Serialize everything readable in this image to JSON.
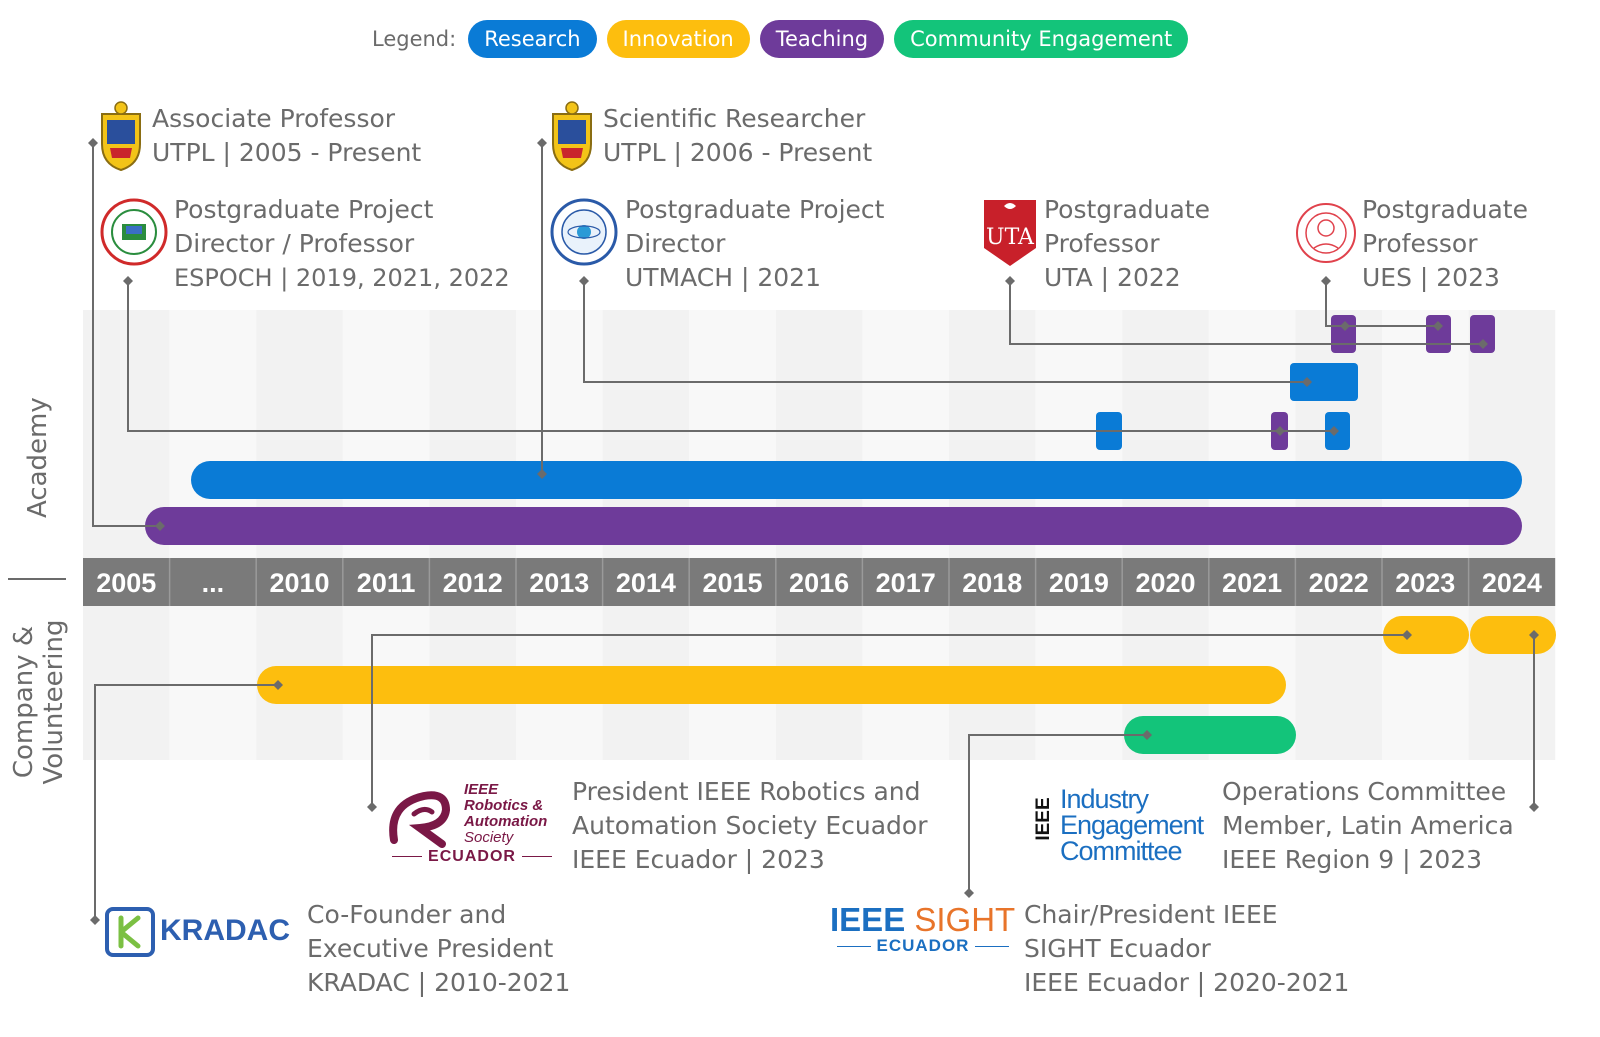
{
  "legend": {
    "label": "Legend:",
    "items": [
      {
        "name": "Research",
        "color": "#0a7bd6"
      },
      {
        "name": "Innovation",
        "color": "#fdbe0e"
      },
      {
        "name": "Teaching",
        "color": "#6e3b9a"
      },
      {
        "name": "Community Engagement",
        "color": "#13c47a"
      }
    ]
  },
  "sections": {
    "academy": "Academy",
    "company": [
      "Company &",
      "Volunteering"
    ]
  },
  "years": [
    "2005",
    "...",
    "2010",
    "2011",
    "2012",
    "2013",
    "2014",
    "2015",
    "2016",
    "2017",
    "2018",
    "2019",
    "2020",
    "2021",
    "2022",
    "2023",
    "2024"
  ],
  "entries": {
    "utpl_assoc": {
      "lines": [
        "Associate Professor",
        "UTPL | 2005 - Present"
      ],
      "logo": "utpl-crest"
    },
    "utpl_research": {
      "lines": [
        "Scientific Researcher",
        "UTPL | 2006 - Present"
      ],
      "logo": "utpl-crest"
    },
    "espoch": {
      "lines": [
        "Postgraduate Project",
        "Director / Professor",
        "ESPOCH | 2019, 2021, 2022"
      ],
      "logo": "espoch-seal"
    },
    "utmach": {
      "lines": [
        "Postgraduate Project",
        "Director",
        "UTMACH | 2021"
      ],
      "logo": "utmach-seal"
    },
    "uta": {
      "lines": [
        "Postgraduate",
        "Professor",
        "UTA | 2022"
      ],
      "logo": "uta-shield",
      "logo_text": "UTA"
    },
    "ues": {
      "lines": [
        "Postgraduate",
        "Professor",
        "UES | 2023"
      ],
      "logo": "ues-seal"
    },
    "ras": {
      "lines": [
        "President IEEE Robotics and",
        "Automation Society Ecuador",
        "IEEE Ecuador | 2023"
      ],
      "logo": "ieee-ras-logo",
      "logo_text": [
        "IEEE",
        "Robotics &",
        "Automation",
        "Society",
        "ECUADOR"
      ]
    },
    "iec": {
      "lines": [
        "Operations Committee",
        "Member, Latin America",
        "IEEE Region 9 | 2023"
      ],
      "logo": "ieee-iec-logo",
      "logo_text": [
        "IEEE",
        "Industry",
        "Engagement",
        "Committee"
      ]
    },
    "kradac": {
      "lines": [
        "Co-Founder and",
        "Executive President",
        "KRADAC | 2010-2021"
      ],
      "logo": "kradac-logo",
      "logo_text": "KRADAC"
    },
    "sight": {
      "lines": [
        "Chair/President IEEE",
        "SIGHT Ecuador",
        "IEEE Ecuador | 2020-2021"
      ],
      "logo": "ieee-sight-logo",
      "logo_text": [
        "IEEE",
        "SIGHT",
        "ECUADOR"
      ]
    }
  },
  "bars": [
    {
      "id": "utpl-teaching-bar",
      "category": "Teaching",
      "start": "2005",
      "end": "2024"
    },
    {
      "id": "utpl-research-bar",
      "category": "Research",
      "start": "2005",
      "end": "2024"
    },
    {
      "id": "espoch-2019-bar",
      "category": "Research",
      "start": "2019",
      "end": "2019"
    },
    {
      "id": "espoch-2021-bar",
      "category": "Teaching",
      "start": "2021",
      "end": "2021"
    },
    {
      "id": "espoch-2022-bar",
      "category": "Research",
      "start": "2022",
      "end": "2022"
    },
    {
      "id": "utmach-bar",
      "category": "Research",
      "start": "2022",
      "end": "2022"
    },
    {
      "id": "uta-bar",
      "category": "Teaching",
      "start": "2024",
      "end": "2024"
    },
    {
      "id": "ues-2022-bar",
      "category": "Teaching",
      "start": "2022",
      "end": "2022"
    },
    {
      "id": "ues-2023-bar",
      "category": "Teaching",
      "start": "2023",
      "end": "2023"
    },
    {
      "id": "ras-bar",
      "category": "Innovation",
      "start": "2023",
      "end": "2023"
    },
    {
      "id": "iec-bar",
      "category": "Innovation",
      "start": "2024",
      "end": "2024"
    },
    {
      "id": "kradac-bar",
      "category": "Innovation",
      "start": "2010",
      "end": "2021"
    },
    {
      "id": "sight-bar",
      "category": "Community Engagement",
      "start": "2020",
      "end": "2021"
    }
  ]
}
